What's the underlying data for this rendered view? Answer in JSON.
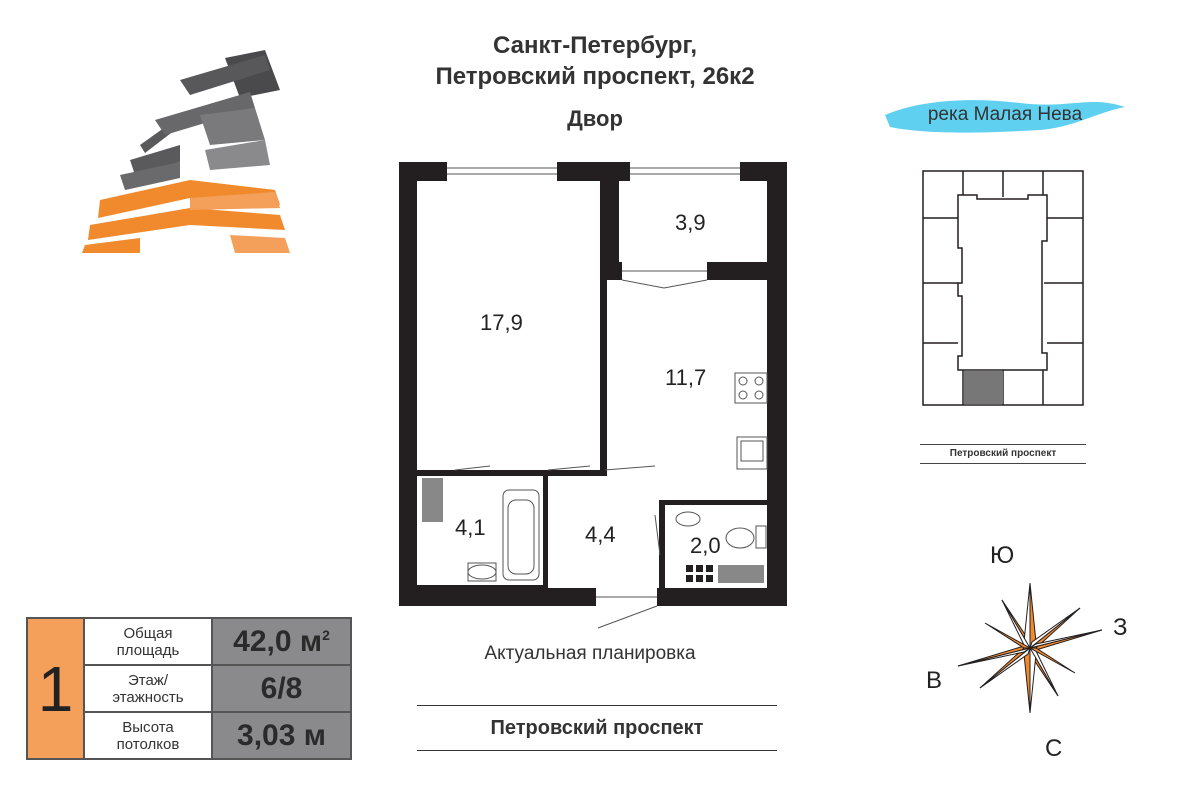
{
  "header": {
    "city": "Санкт-Петербург,",
    "address": "Петровский проспект, 26к2",
    "yard_label": "Двор"
  },
  "rooms": {
    "living": "17,9",
    "storage": "3,9",
    "kitchen": "11,7",
    "bathroom": "4,1",
    "hall": "4,4",
    "wc": "2,0"
  },
  "plan_caption": "Актуальная планировка",
  "street_label": "Петровский проспект",
  "site_plan": {
    "river_label": "река Малая Нева",
    "street_label": "Петровский проспект"
  },
  "compass": {
    "north": "Ю",
    "east": "З",
    "west": "В",
    "south": "С"
  },
  "info": {
    "rooms_count": "1",
    "rows": [
      {
        "label1": "Общая",
        "label2": "площадь",
        "value": "42,0 м",
        "sup": "2"
      },
      {
        "label1": "Этаж/",
        "label2": "этажность",
        "value": "6/8"
      },
      {
        "label1": "Высота",
        "label2": "потолков",
        "value": "3,03 м"
      }
    ]
  },
  "colors": {
    "orange": "#f08a2c",
    "light_orange": "#f5a05a",
    "gray": "#555555",
    "river": "#5fd0f0"
  }
}
